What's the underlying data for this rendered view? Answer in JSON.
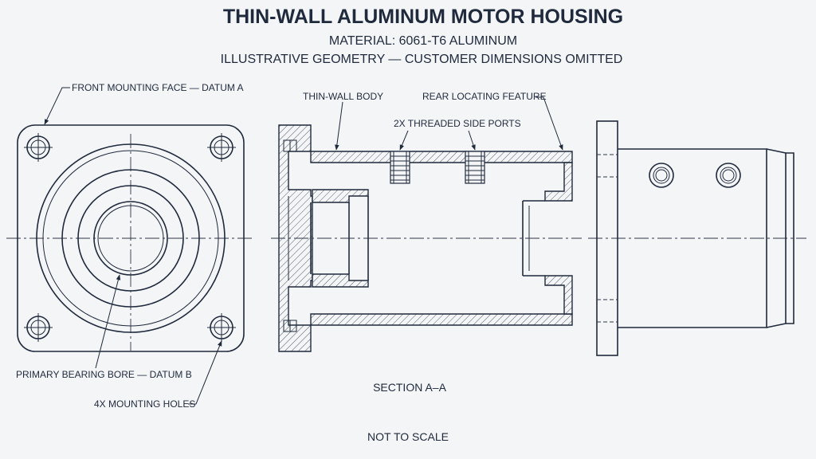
{
  "title": "THIN-WALL ALUMINUM MOTOR HOUSING",
  "material": "MATERIAL: 6061-T6 ALUMINUM",
  "note": "ILLUSTRATIVE GEOMETRY — CUSTOMER DIMENSIONS OMITTED",
  "callouts": {
    "front_face": "FRONT MOUNTING FACE — DATUM A",
    "bearing_bore": "PRIMARY BEARING BORE — DATUM B",
    "mounting_holes": "4X MOUNTING HOLES",
    "thin_wall": "THIN-WALL BODY",
    "rear_feature": "REAR LOCATING FEATURE",
    "side_ports": "2X THREADED SIDE PORTS"
  },
  "section_label": "SECTION A–A",
  "scale_note": "NOT TO SCALE",
  "colors": {
    "ink": "#1f2a3c",
    "paper": "#f4f5f7"
  }
}
